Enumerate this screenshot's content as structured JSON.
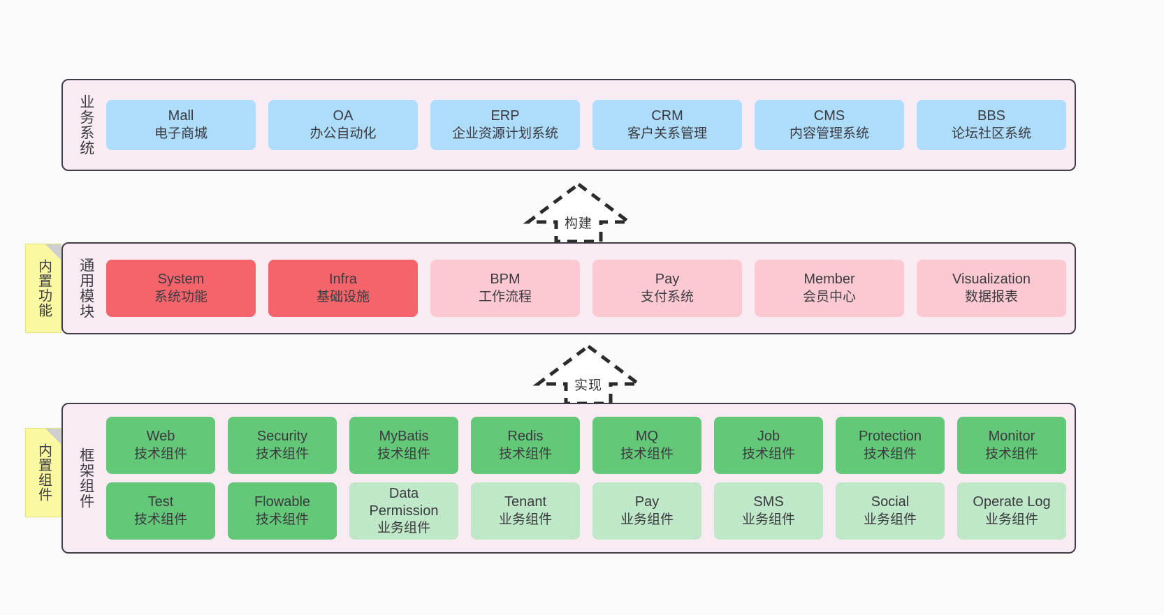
{
  "layers": [
    {
      "id": "business",
      "title": "业务系统",
      "note": null,
      "rows": [
        {
          "style": "c-blue",
          "items": [
            {
              "en": "Mall",
              "cn": "电子商城"
            },
            {
              "en": "OA",
              "cn": "办公自动化"
            },
            {
              "en": "ERP",
              "cn": "企业资源计划系统"
            },
            {
              "en": "CRM",
              "cn": "客户关系管理"
            },
            {
              "en": "CMS",
              "cn": "内容管理系统"
            },
            {
              "en": "BBS",
              "cn": "论坛社区系统"
            }
          ]
        }
      ]
    },
    {
      "id": "modules",
      "title": "通用模块",
      "note": "内置功能",
      "rows": [
        {
          "style": "mixed",
          "items": [
            {
              "en": "System",
              "cn": "系统功能",
              "style": "c-red"
            },
            {
              "en": "Infra",
              "cn": "基础设施",
              "style": "c-red"
            },
            {
              "en": "BPM",
              "cn": "工作流程",
              "style": "c-pink"
            },
            {
              "en": "Pay",
              "cn": "支付系统",
              "style": "c-pink"
            },
            {
              "en": "Member",
              "cn": "会员中心",
              "style": "c-pink"
            },
            {
              "en": "Visualization",
              "cn": "数据报表",
              "style": "c-pink"
            }
          ]
        }
      ]
    },
    {
      "id": "framework",
      "title": "框架组件",
      "note": "内置组件",
      "rows": [
        {
          "style": "mixed",
          "items": [
            {
              "en": "Web",
              "cn": "技术组件",
              "style": "c-green"
            },
            {
              "en": "Security",
              "cn": "技术组件",
              "style": "c-green"
            },
            {
              "en": "MyBatis",
              "cn": "技术组件",
              "style": "c-green"
            },
            {
              "en": "Redis",
              "cn": "技术组件",
              "style": "c-green"
            },
            {
              "en": "MQ",
              "cn": "技术组件",
              "style": "c-green"
            },
            {
              "en": "Job",
              "cn": "技术组件",
              "style": "c-green"
            },
            {
              "en": "Protection",
              "cn": "技术组件",
              "style": "c-green"
            },
            {
              "en": "Monitor",
              "cn": "技术组件",
              "style": "c-green"
            }
          ]
        },
        {
          "style": "mixed",
          "items": [
            {
              "en": "Test",
              "cn": "技术组件",
              "style": "c-green"
            },
            {
              "en": "Flowable",
              "cn": "技术组件",
              "style": "c-green"
            },
            {
              "en": "Data Permission",
              "cn": "业务组件",
              "style": "c-lightgreen"
            },
            {
              "en": "Tenant",
              "cn": "业务组件",
              "style": "c-lightgreen"
            },
            {
              "en": "Pay",
              "cn": "业务组件",
              "style": "c-lightgreen"
            },
            {
              "en": "SMS",
              "cn": "业务组件",
              "style": "c-lightgreen"
            },
            {
              "en": "Social",
              "cn": "业务组件",
              "style": "c-lightgreen"
            },
            {
              "en": "Operate Log",
              "cn": "业务组件",
              "style": "c-lightgreen"
            }
          ]
        }
      ]
    }
  ],
  "arrows": [
    {
      "id": "build",
      "label": "构建"
    },
    {
      "id": "implement",
      "label": "实现"
    }
  ],
  "colors": {
    "canvas_background": "#fafafa",
    "band_background": "#f9ebf4",
    "band_border": "#3f3b47",
    "blue": "#aedcfb",
    "red": "#f4646b",
    "pink": "#fcc9d3",
    "green": "#63c878",
    "light_green": "#bfe8c8",
    "note_yellow": "#faf8a1",
    "arrow_stroke": "#2b2b2b"
  }
}
